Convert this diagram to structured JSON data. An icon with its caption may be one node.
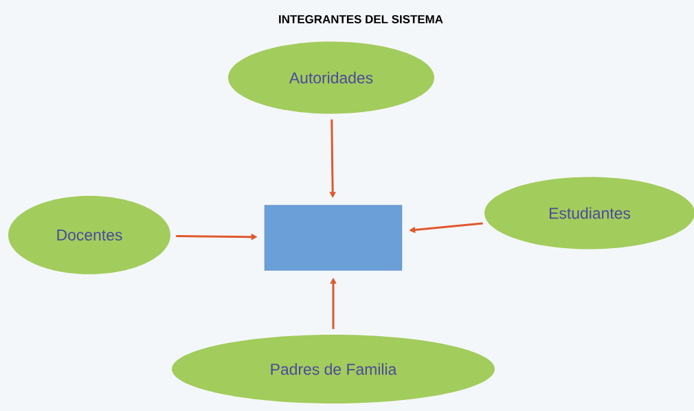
{
  "diagram": {
    "title": "INTEGRANTES DEL SISTEMA",
    "nodes": [
      {
        "text": [
          "Autoridades"
        ]
      },
      {
        "text": [
          "Docentes"
        ]
      },
      {
        "text": [],
        "shape": "box"
      },
      {
        "text": [
          "Estudiantes"
        ]
      },
      {
        "text": [
          "Padres de Familia"
        ]
      }
    ],
    "edges": [
      {
        "from": 0,
        "to": 2,
        "arrow": "to"
      },
      {
        "from": 1,
        "to": 2,
        "arrow": "to"
      },
      {
        "from": 3,
        "to": 2,
        "arrow": "to"
      },
      {
        "from": 4,
        "to": 2,
        "arrow": "to"
      }
    ]
  }
}
